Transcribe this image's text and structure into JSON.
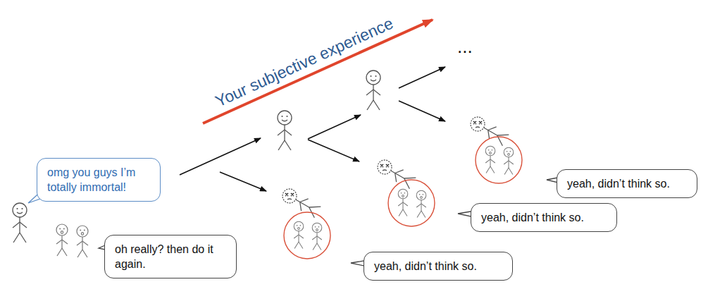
{
  "diagram": {
    "nodes": [
      {
        "text": [
          "omg you guys I’m totally immortal!"
        ]
      },
      {
        "text": [
          "oh really? then do it again."
        ]
      },
      {
        "text": [
          "yeah, didn’t think so."
        ]
      },
      {
        "text": [
          "yeah, didn’t think so."
        ]
      },
      {
        "text": [
          "yeah, didn’t think so."
        ]
      }
    ],
    "labels": [
      "Your subjective experience",
      "..."
    ]
  }
}
